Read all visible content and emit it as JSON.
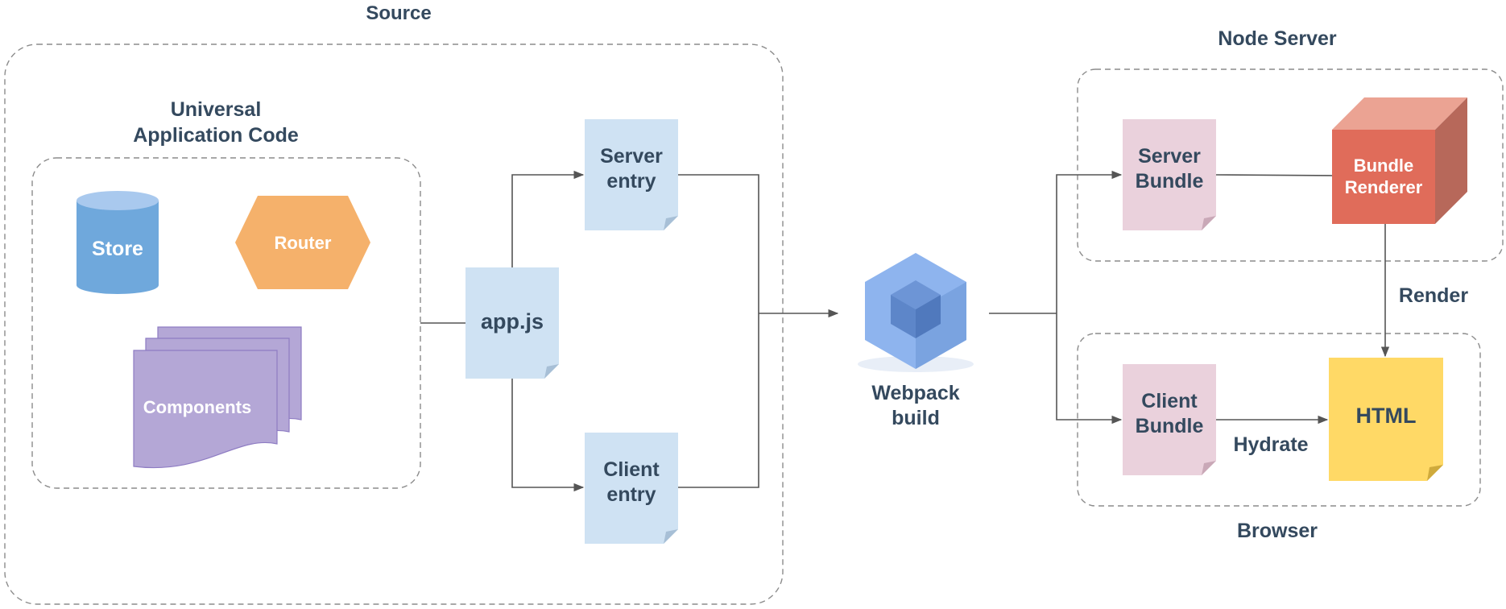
{
  "groups": {
    "source": "Source",
    "universal_line1": "Universal",
    "universal_line2": "Application Code",
    "node_server": "Node Server",
    "browser": "Browser"
  },
  "nodes": {
    "store": "Store",
    "router": "Router",
    "components": "Components",
    "app_js": "app.js",
    "server_entry_line1": "Server",
    "server_entry_line2": "entry",
    "client_entry_line1": "Client",
    "client_entry_line2": "entry",
    "webpack_line1": "Webpack",
    "webpack_line2": "build",
    "server_bundle_line1": "Server",
    "server_bundle_line2": "Bundle",
    "bundle_renderer_line1": "Bundle",
    "bundle_renderer_line2": "Renderer",
    "client_bundle_line1": "Client",
    "client_bundle_line2": "Bundle",
    "html": "HTML"
  },
  "edges": {
    "render": "Render",
    "hydrate": "Hydrate"
  },
  "colors": {
    "text": "#34495e",
    "store": "#6fa8dc",
    "router": "#f5b16b",
    "components": "#b4a7d6",
    "entry_doc": "#cfe2f3",
    "bundle_doc": "#ead1dc",
    "renderer": "#e06c5a",
    "html_doc": "#ffd966",
    "webpack": "#8eb4ee"
  }
}
